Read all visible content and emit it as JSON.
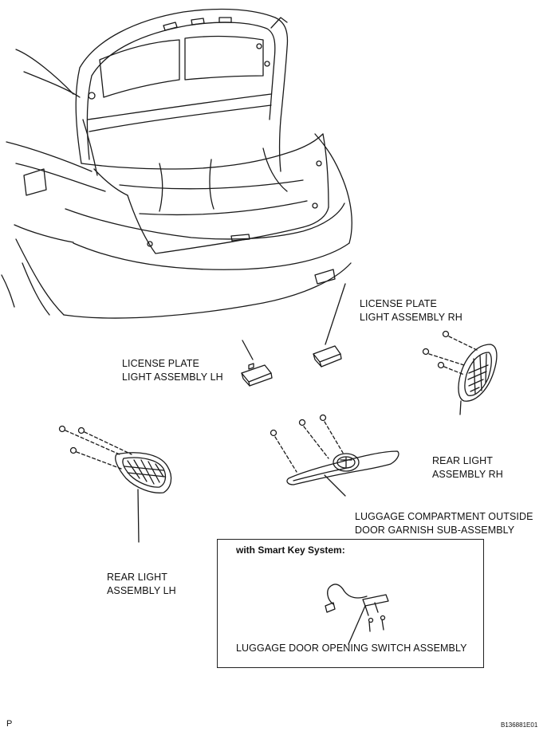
{
  "labels": {
    "license_rh": [
      "LICENSE PLATE",
      "LIGHT ASSEMBLY RH"
    ],
    "license_lh": [
      "LICENSE PLATE",
      "LIGHT ASSEMBLY LH"
    ],
    "rear_rh": [
      "REAR LIGHT",
      "ASSEMBLY RH"
    ],
    "rear_lh": [
      "REAR LIGHT",
      "ASSEMBLY LH"
    ],
    "garnish": [
      "LUGGAGE COMPARTMENT OUTSIDE",
      "DOOR GARNISH SUB-ASSEMBLY"
    ],
    "switch": "LUGGAGE DOOR OPENING SWITCH ASSEMBLY"
  },
  "smart_key_box": {
    "title": "with Smart Key System:"
  },
  "corner": {
    "page_mark": "P",
    "figure_id": "B136881E01"
  }
}
